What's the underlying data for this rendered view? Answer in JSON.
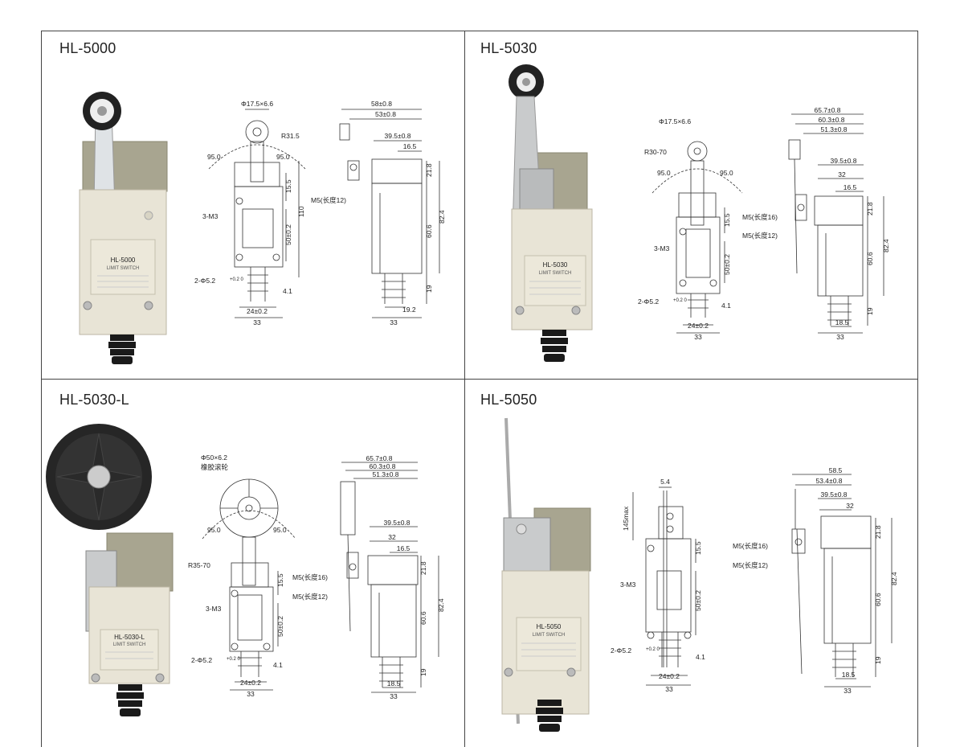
{
  "panels": [
    {
      "title": "HL-5000",
      "label": {
        "model": "HL-5000",
        "sub": "LIMIT SWITCH"
      },
      "front": {
        "top": "Φ17.5×6.6",
        "r": "R31.5",
        "a1": "95.0",
        "a2": "95.0",
        "d1": "15.5",
        "d2": "110",
        "d3": "50±0.2",
        "d4": "4.1",
        "m3": "3-M3",
        "hole": "2-Φ5.2",
        "tol": "+0.2 0",
        "w1": "24±0.2",
        "w2": "33"
      },
      "side": {
        "t1": "58±0.8",
        "t2": "53±0.8",
        "t3": "39.5±0.8",
        "t4": "16.5",
        "m5": "M5(长度12)",
        "h1": "21.8",
        "h2": "82.4",
        "h3": "60.6",
        "h4": "19",
        "b1": "19.2",
        "b2": "33"
      }
    },
    {
      "title": "HL-5030",
      "label": {
        "model": "HL-5030",
        "sub": "LIMIT SWITCH"
      },
      "front": {
        "top": "Φ17.5×6.6",
        "r": "R30-70",
        "a1": "95.0",
        "a2": "95.0",
        "d1": "15.5",
        "d3": "50±0.2",
        "d4": "4.1",
        "m3": "3-M3",
        "hole": "2-Φ5.2",
        "tol": "+0.2 0",
        "w1": "24±0.2",
        "w2": "33"
      },
      "side": {
        "t1": "65.7±0.8",
        "t2": "60.3±0.8",
        "t3": "51.3±0.8",
        "t4": "39.5±0.8",
        "t5": "32",
        "t6": "16.5",
        "m5a": "M5(长度16)",
        "m5b": "M5(长度12)",
        "h1": "21.8",
        "h2": "82.4",
        "h3": "60.6",
        "h4": "19",
        "b1": "18.5",
        "b2": "33"
      }
    },
    {
      "title": "HL-5030-L",
      "label": {
        "model": "HL-5030-L",
        "sub": "LIMIT SWITCH"
      },
      "front": {
        "top": "Φ50×6.2",
        "top2": "橡胶滚轮",
        "r": "R35-70",
        "a1": "95.0",
        "a2": "95.0",
        "d1": "15.5",
        "d3": "50±0.2",
        "d4": "4.1",
        "m3": "3-M3",
        "hole": "2-Φ5.2",
        "tol": "+0.2 0",
        "w1": "24±0.2",
        "w2": "33"
      },
      "side": {
        "t1": "65.7±0.8",
        "t2": "60.3±0.8",
        "t3": "51.3±0.8",
        "t4": "39.5±0.8",
        "t5": "32",
        "t6": "16.5",
        "m5a": "M5(长度16)",
        "m5b": "M5(长度12)",
        "h1": "21.8",
        "h2": "82.4",
        "h3": "60.6",
        "h4": "19",
        "b1": "18.5",
        "b2": "33"
      }
    },
    {
      "title": "HL-5050",
      "label": {
        "model": "HL-5050",
        "sub": "LIMIT SWITCH"
      },
      "front": {
        "top": "5.4",
        "rod": "145max",
        "d1": "15.5",
        "d3": "50±0.2",
        "d4": "4.1",
        "m3": "3-M3",
        "hole": "2-Φ5.2",
        "tol": "+0.2 0",
        "w1": "24±0.2",
        "w2": "33"
      },
      "side": {
        "t1": "58.5",
        "t2": "53.4±0.8",
        "t3": "39.5±0.8",
        "t4": "32",
        "m5a": "M5(长度16)",
        "m5b": "M5(长度12)",
        "h1": "21.8",
        "h2": "82.4",
        "h3": "60.6",
        "h4": "19",
        "b1": "18.5",
        "b2": "33"
      }
    }
  ],
  "colors": {
    "body": "#e8e4d6",
    "top": "#a8a590",
    "rubber": "#1a1a1a",
    "metal": "#c9cbcc"
  }
}
